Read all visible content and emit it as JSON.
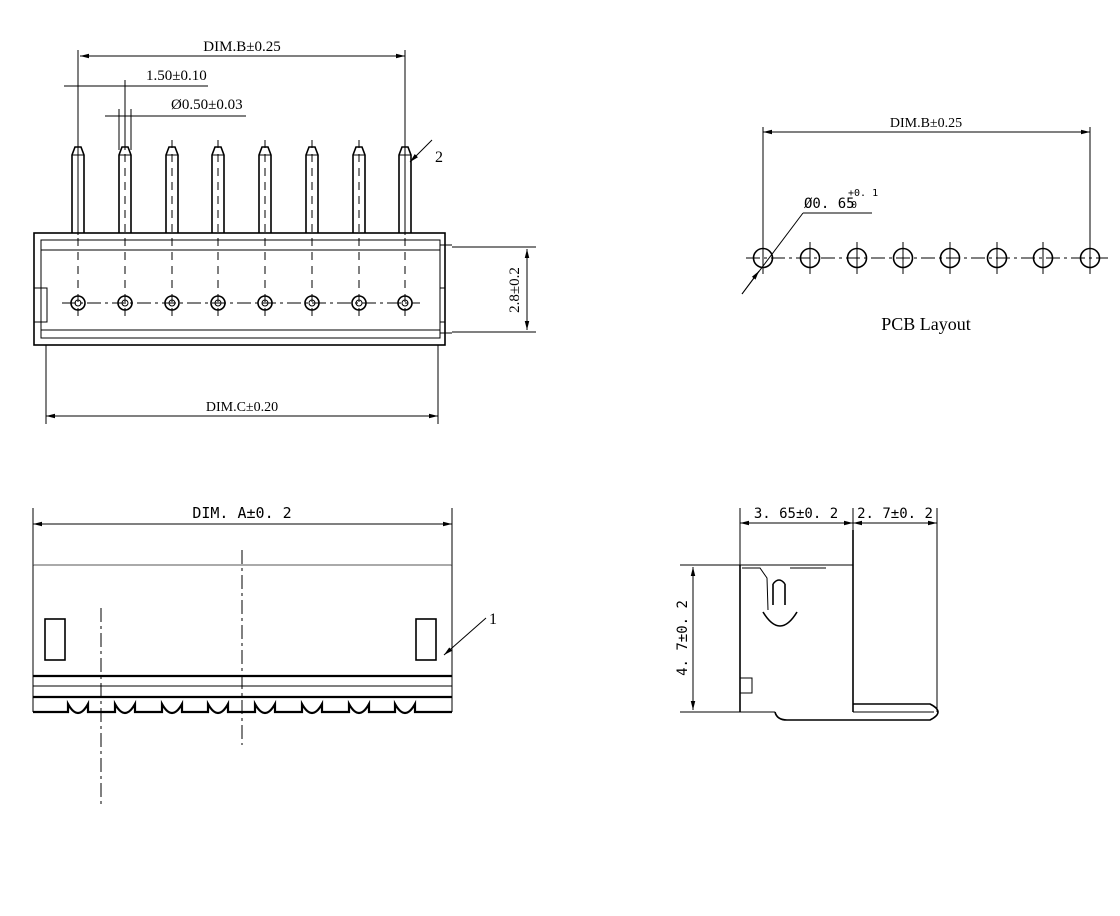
{
  "top_view": {
    "dim_b": "DIM.B±0.25",
    "pitch": "1.50±0.10",
    "pin_dia": "Ø0.50±0.03",
    "callout_2": "2",
    "height": "2.8±0.2",
    "dim_c": "DIM.C±0.20"
  },
  "pcb_layout": {
    "dim_b": "DIM.B±0.25",
    "hole_base": "Ø0. 65",
    "hole_tol_plus": "+0. 1",
    "hole_tol_minus": "0",
    "caption": "PCB Layout"
  },
  "front_view": {
    "dim_a": "DIM. A±0. 2",
    "callout_1": "1"
  },
  "side_view": {
    "depth": "3. 65±0. 2",
    "lead": "2. 7±0. 2",
    "height": "4. 7±0. 2"
  }
}
